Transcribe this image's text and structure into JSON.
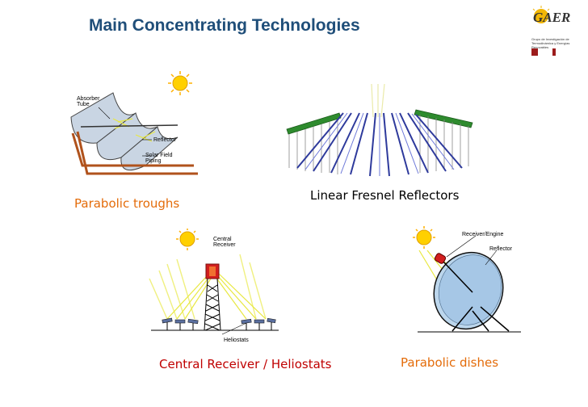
{
  "slide": {
    "title": "Main Concentrating Technologies"
  },
  "logo": {
    "name": "GAER",
    "subtitle_line1": "Grupo de Investigación de",
    "subtitle_line2": "Termodinámica y Energías Renovables"
  },
  "sections": {
    "troughs": {
      "caption": "Parabolic troughs",
      "labels": {
        "absorber": "Absorber Tube",
        "reflector": "Reflector",
        "piping": "Solar Field Piping"
      }
    },
    "fresnel": {
      "caption": "Linear Fresnel Reflectors"
    },
    "tower": {
      "caption": "Central Receiver / Heliostats",
      "labels": {
        "receiver": "Central Receiver",
        "heliostats": "Heliostats"
      }
    },
    "dish": {
      "caption": "Parabolic dishes",
      "labels": {
        "receiver": "Receiver/Engine",
        "reflector": "Reflector"
      }
    }
  },
  "colors": {
    "title": "#1f4e79",
    "orange_caption": "#e46c0a",
    "red_caption": "#c00000",
    "sun": "#ffd000",
    "fresnel_blue": "#2e3a9c",
    "receiver_red": "#d21e1e"
  }
}
